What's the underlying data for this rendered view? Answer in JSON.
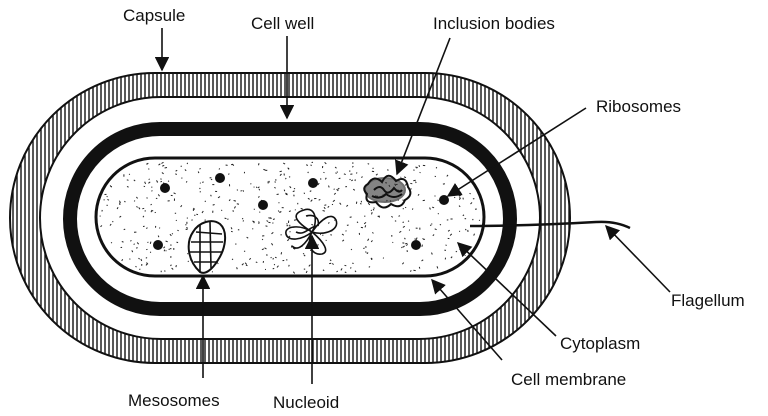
{
  "labels": {
    "capsule": "Capsule",
    "cell_wall": "Cell well",
    "inclusion_bodies": "Inclusion bodies",
    "ribosomes": "Ribosomes",
    "flagellum": "Flagellum",
    "cytoplasm": "Cytoplasm",
    "cell_membrane": "Cell membrane",
    "mesosomes": "Mesosomes",
    "nucleoid": "Nucleoid"
  },
  "colors": {
    "ink": "#111111",
    "background": "#ffffff"
  }
}
